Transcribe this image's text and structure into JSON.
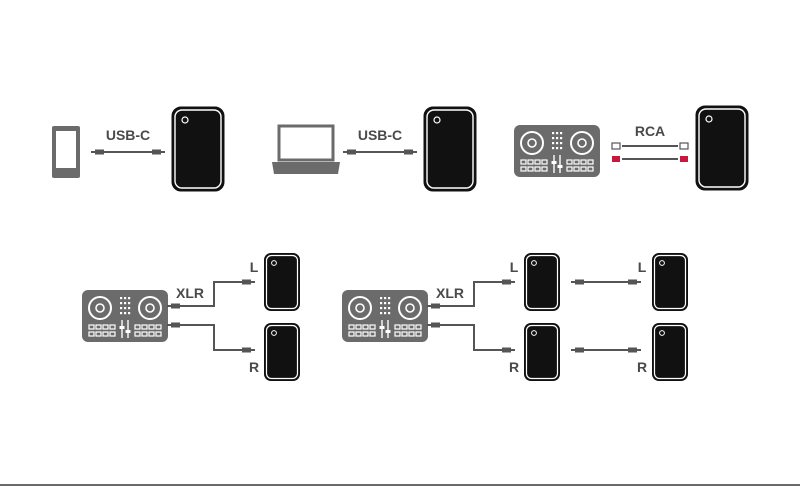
{
  "labels": {
    "usbc_1": "USB-C",
    "usbc_2": "USB-C",
    "rca": "RCA",
    "xlr_1": "XLR",
    "xlr_2": "XLR",
    "left_1": "L",
    "right_1": "R",
    "left_2a": "L",
    "right_2a": "R",
    "left_2b": "L",
    "right_2b": "R"
  },
  "colors": {
    "speaker_fill": "#111111",
    "device_gray": "#6b6b6b",
    "cable": "#555555",
    "rca_red": "#c8183c",
    "text": "#4a4a4a"
  },
  "icons": [
    "smartphone-icon",
    "laptop-icon",
    "dj-controller-icon",
    "speaker-icon",
    "usb-c-cable-icon",
    "rca-cable-icon",
    "xlr-cable-icon"
  ]
}
